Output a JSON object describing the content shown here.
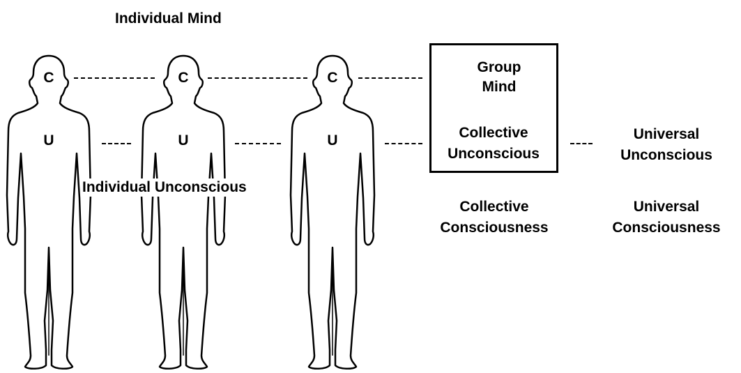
{
  "title": "Individual Mind",
  "figures": [
    {
      "top_letter": "C",
      "bottom_letter": "U"
    },
    {
      "top_letter": "C",
      "bottom_letter": "U"
    },
    {
      "top_letter": "C",
      "bottom_letter": "U"
    }
  ],
  "individual_unconscious": "Individual Unconscious",
  "group_mind": {
    "line1": "Group",
    "line2": "Mind"
  },
  "collective_unconscious": {
    "line1": "Collective",
    "line2": "Unconscious"
  },
  "universal_unconscious": {
    "line1": "Universal",
    "line2": "Unconscious"
  },
  "collective_consciousness": {
    "line1": "Collective",
    "line2": "Consciousness"
  },
  "universal_consciousness": {
    "line1": "Universal",
    "line2": "Consciousness"
  }
}
